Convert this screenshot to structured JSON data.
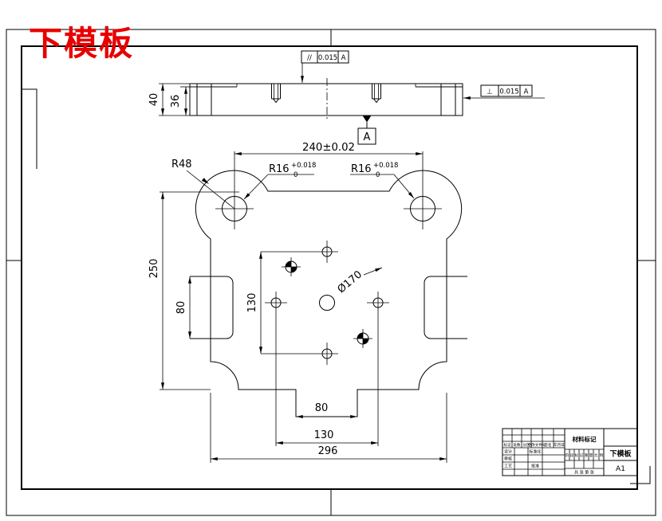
{
  "sheet": {
    "red_title": "下模板"
  },
  "side_view": {
    "dim_thickness_outer": "40",
    "dim_thickness_inner": "36",
    "tolerance_parallel": {
      "symbol": "//",
      "value": "0.015",
      "datum": "A"
    },
    "tolerance_perpendicular": {
      "symbol": "⊥",
      "value": "0.015",
      "datum": "A"
    },
    "datum_label": "A"
  },
  "top_view": {
    "dim_hole_centers": "240±0.02",
    "radius_corner": "R48",
    "radius_hole_left": {
      "base": "R16",
      "upper": "+0.018",
      "lower": "0"
    },
    "radius_hole_right": {
      "base": "R16",
      "upper": "+0.018",
      "lower": "0"
    },
    "dia_reference_circle": "Ø170",
    "dim_height": "250",
    "dim_side_notch": "80",
    "dim_hole_spacing_vertical": "130",
    "dim_bottom_tab": "80",
    "dim_hole_spacing_horizontal": "130",
    "dim_overall_width": "296"
  },
  "title_block": {
    "material_label": "材料标记",
    "part_name": "下模板",
    "drawing_code": "A1",
    "rev_headers": [
      "标记",
      "处数",
      "分区",
      "更改文件号",
      "签名",
      "年月日"
    ],
    "role_design": "设计",
    "role_standard": "标准化",
    "role_check": "审核",
    "role_process": "工艺",
    "role_approve": "批准",
    "stage_cells": [
      "阶",
      "段",
      "标",
      "记",
      "重",
      "量",
      "比",
      "例"
    ],
    "sheet_info": "共 张 第 张"
  }
}
